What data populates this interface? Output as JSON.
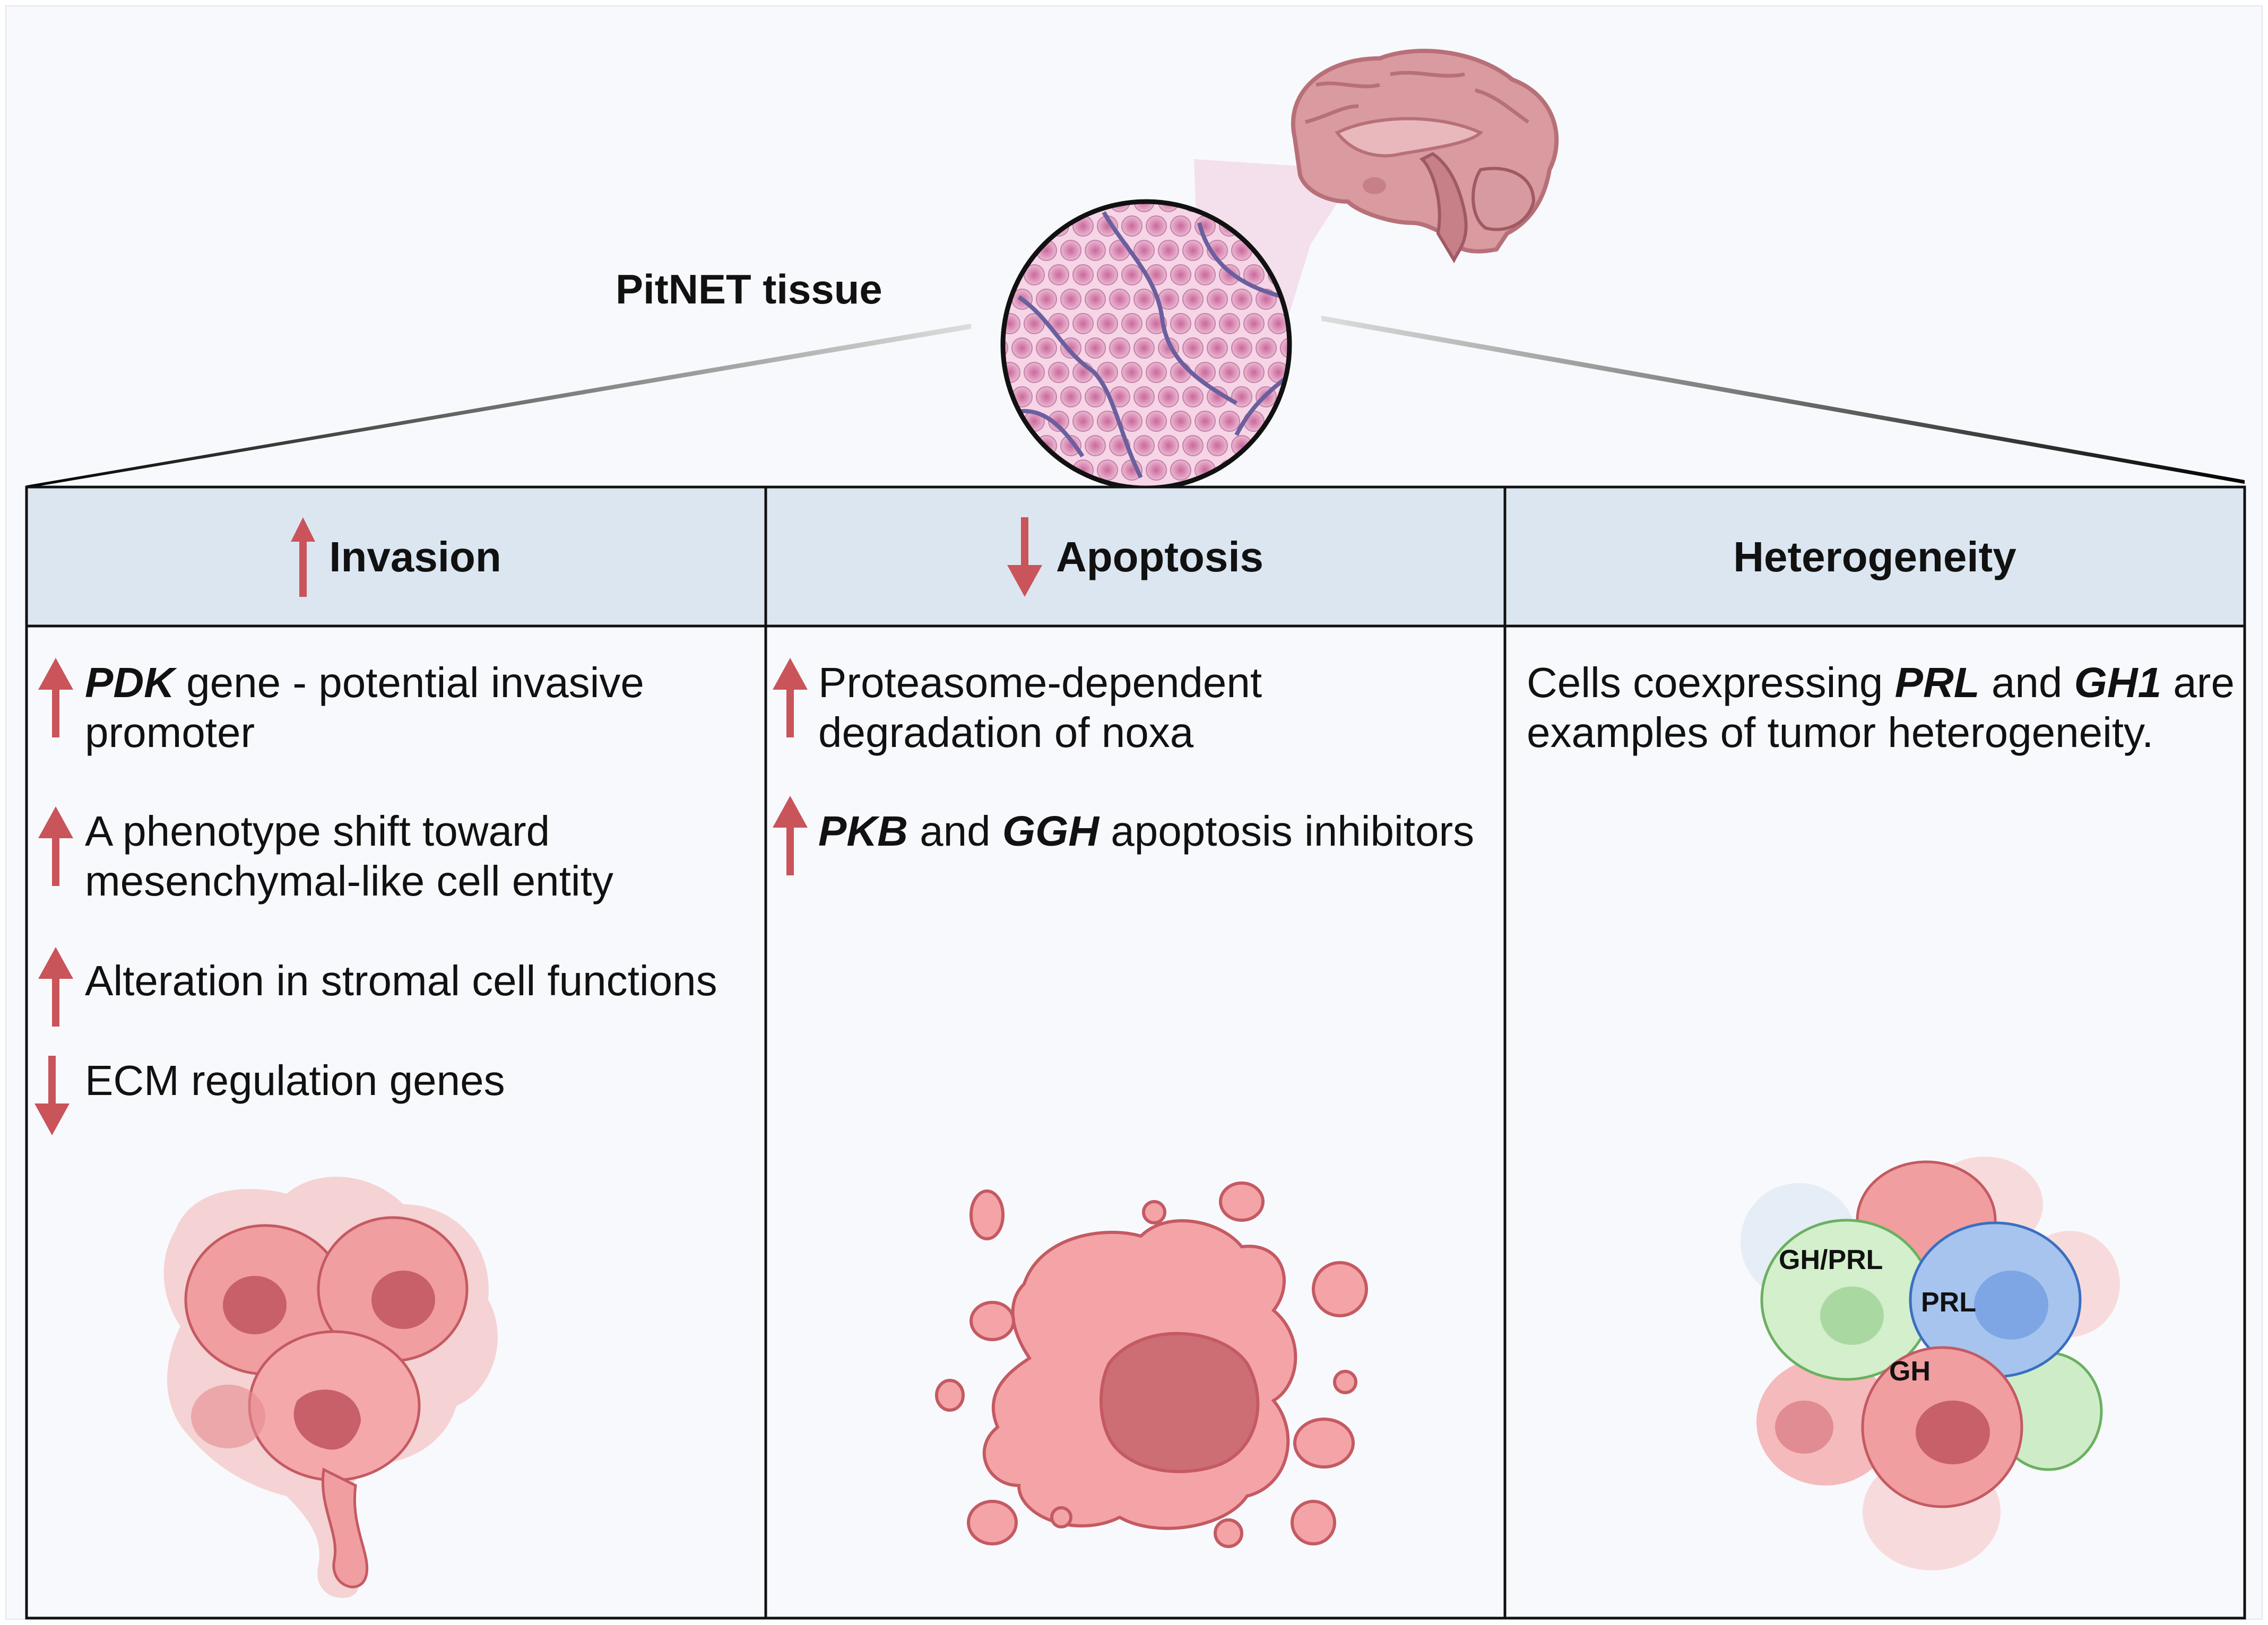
{
  "tissue_label": "PitNET tissue",
  "colors": {
    "header_bg": "#dce6f1",
    "arrow": "#c9545a",
    "border": "#111111"
  },
  "columns": [
    {
      "header": "Invasion",
      "header_arrow": "up",
      "items": [
        {
          "arrow": "up",
          "italic_bold": "PDK",
          "text": " gene - potential invasive",
          "text2": "promoter"
        },
        {
          "arrow": "up",
          "text": "A phenotype shift toward",
          "text2": "mesenchymal-like cell entity"
        },
        {
          "arrow": "up",
          "text": "Alteration in stromal cell functions"
        },
        {
          "arrow": "down",
          "text": "ECM regulation genes"
        }
      ],
      "illustration": "invading-tumor-cells"
    },
    {
      "header": "Apoptosis",
      "header_arrow": "down",
      "items": [
        {
          "arrow": "up",
          "text": "Proteasome-dependent",
          "text2": "degradation of noxa"
        },
        {
          "arrow": "up",
          "part1": "PKB",
          "part2": " and ",
          "part3": "GGH",
          "part4": " apoptosis inhibitors"
        }
      ],
      "illustration": "apoptotic-cell"
    },
    {
      "header": "Heterogeneity",
      "text_a": "Cells coexpressing ",
      "gene1": "PRL",
      "text_b": " and ",
      "gene2": "GH1",
      "text_c": " are",
      "text_line2": "examples of tumor heterogeneity.",
      "cell_labels": {
        "ghprl": "GH/PRL",
        "prl": "PRL",
        "gh": "GH"
      },
      "illustration": "heterogeneous-cell-cluster"
    }
  ]
}
